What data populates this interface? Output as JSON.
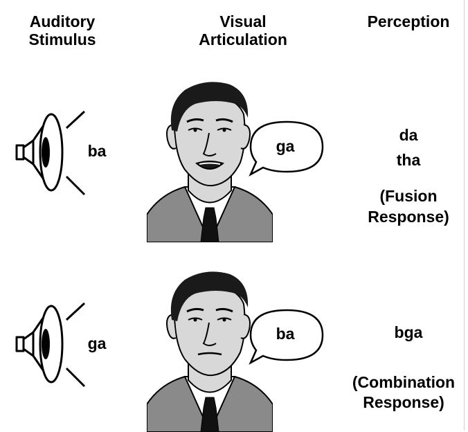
{
  "headers": {
    "auditory": [
      "Auditory",
      "Stimulus"
    ],
    "visual": [
      "Visual",
      "Articulation"
    ],
    "perception": [
      "Perception"
    ]
  },
  "rows": [
    {
      "auditory_stimulus": "ba",
      "visual_articulation": "ga",
      "perception_lines": [
        "da",
        "tha"
      ],
      "response_type_lines": [
        "(Fusion",
        "Response)"
      ]
    },
    {
      "auditory_stimulus": "ga",
      "visual_articulation": "ba",
      "perception_lines": [
        "bga"
      ],
      "response_type_lines": [
        "(Combination",
        "Response)"
      ]
    }
  ],
  "icons": {
    "speaker": "speaker-icon",
    "face": "man-face-icon",
    "speech_bubble": "speech-bubble-icon"
  },
  "colors": {
    "skin": "#d8d8d8",
    "hair": "#1a1a1a",
    "suit": "#8a8a8a",
    "tie": "#111111",
    "shirt": "#ffffff",
    "outline": "#000000"
  }
}
